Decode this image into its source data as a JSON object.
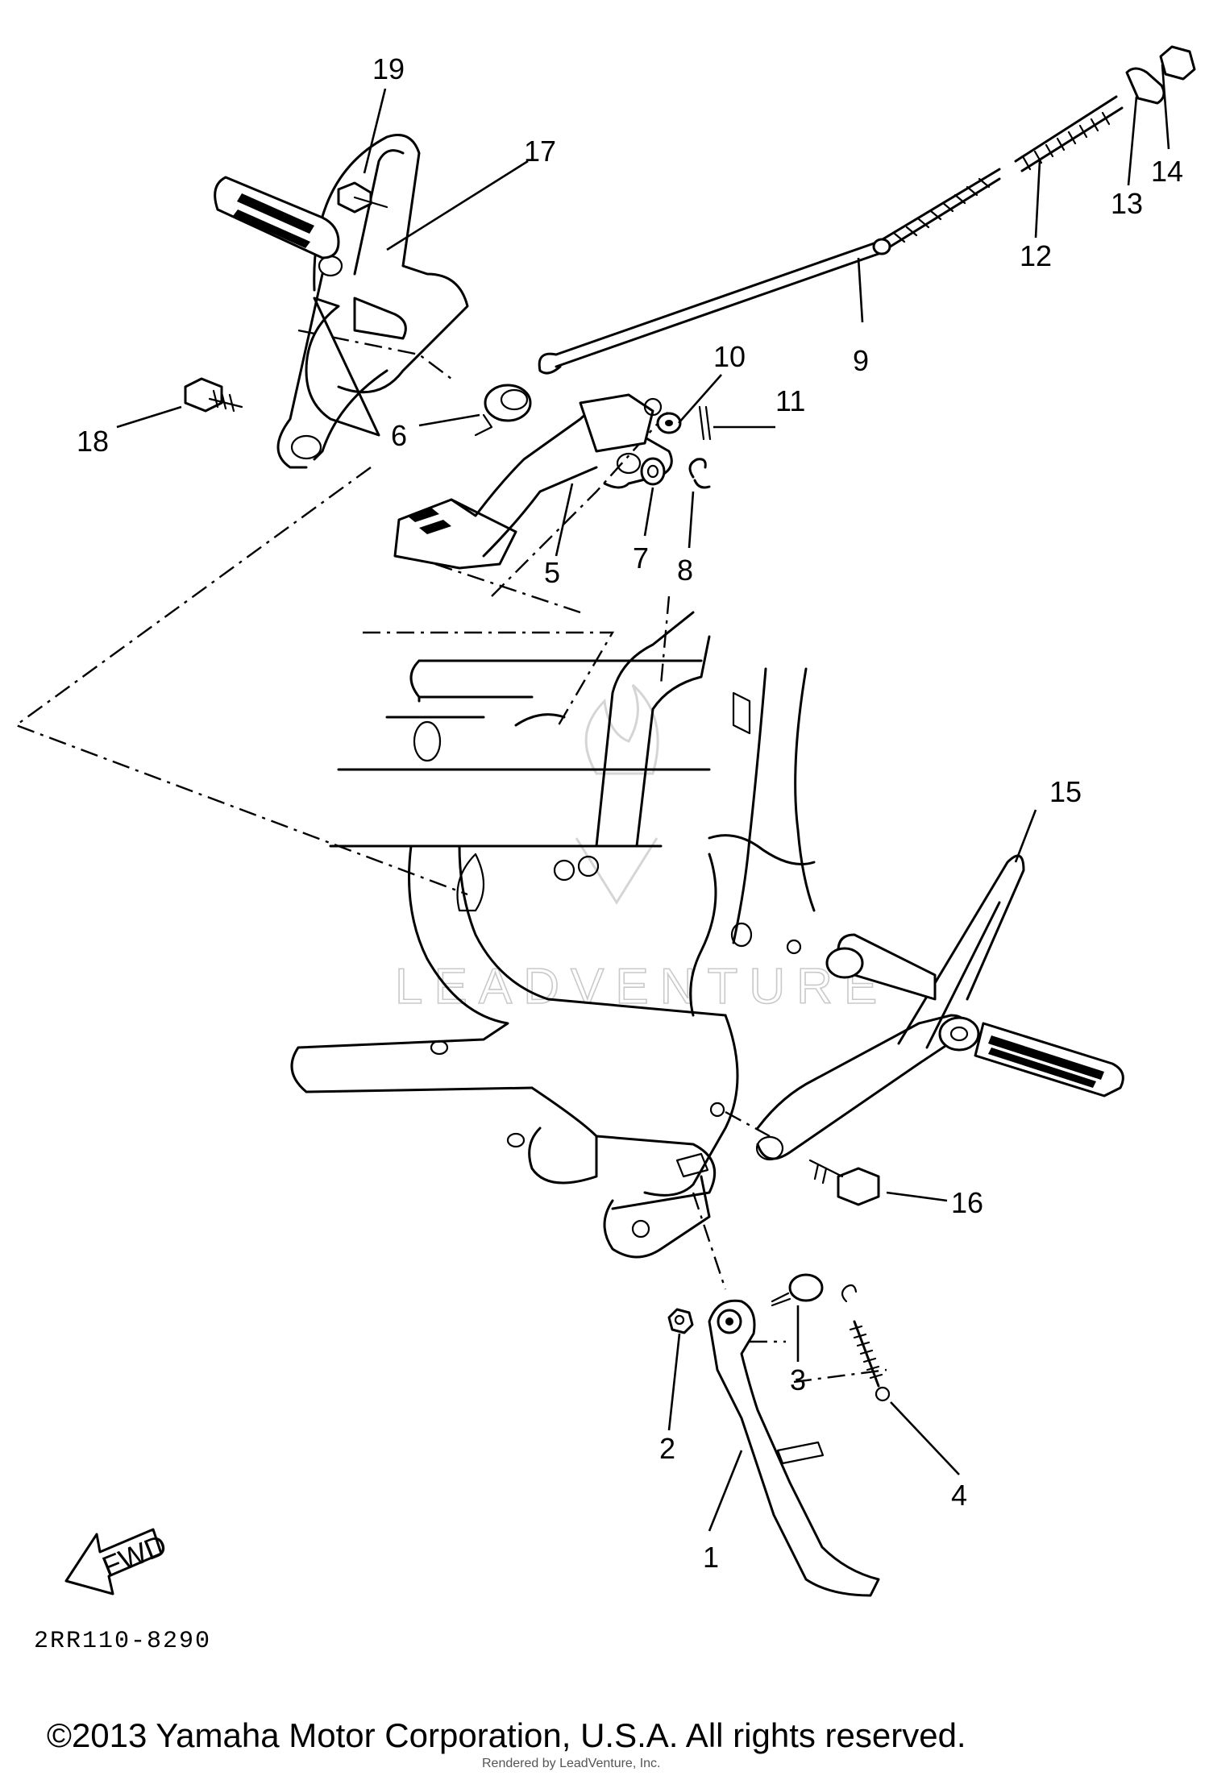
{
  "diagram_code": "2RR110-8290",
  "copyright": "©2013 Yamaha Motor Corporation, U.S.A. All rights reserved.",
  "rendered_by": "Rendered by LeadVenture, Inc.",
  "watermark": "LEADVENTURE",
  "fwd_label": "FWD",
  "callouts": [
    "1",
    "2",
    "3",
    "4",
    "5",
    "6",
    "7",
    "8",
    "9",
    "10",
    "11",
    "12",
    "13",
    "14",
    "15",
    "16",
    "17",
    "18",
    "19"
  ]
}
